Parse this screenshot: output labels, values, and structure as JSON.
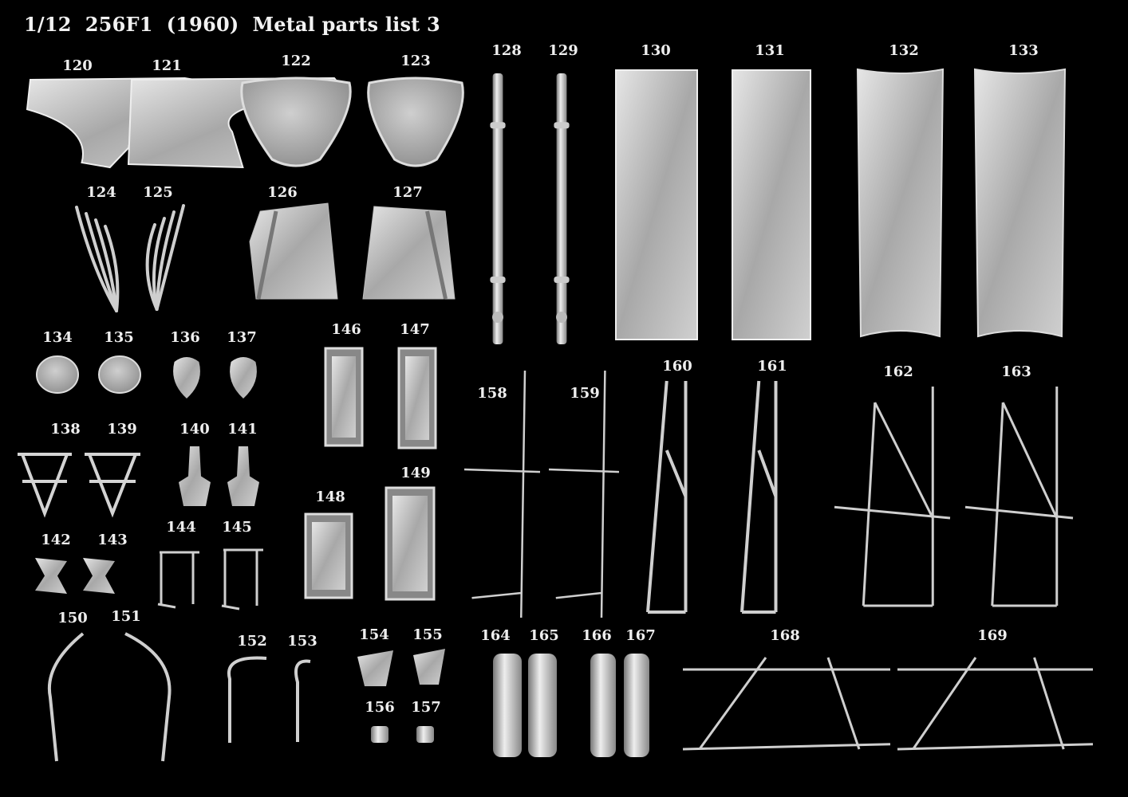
{
  "title": "1/12  256F1  (1960)  Metal parts list 3",
  "parts": [
    {
      "no": "120",
      "shape": "seat-pad"
    },
    {
      "no": "121",
      "shape": "seat-pad"
    },
    {
      "no": "122",
      "shape": "seat-pan"
    },
    {
      "no": "123",
      "shape": "seat-pan"
    },
    {
      "no": "124",
      "shape": "rod-bundle"
    },
    {
      "no": "125",
      "shape": "rod-bundle"
    },
    {
      "no": "126",
      "shape": "plate"
    },
    {
      "no": "127",
      "shape": "plate"
    },
    {
      "no": "128",
      "shape": "tube"
    },
    {
      "no": "129",
      "shape": "tube"
    },
    {
      "no": "130",
      "shape": "long-panel"
    },
    {
      "no": "131",
      "shape": "long-panel"
    },
    {
      "no": "132",
      "shape": "curved-panel"
    },
    {
      "no": "133",
      "shape": "curved-panel"
    },
    {
      "no": "134",
      "shape": "disc"
    },
    {
      "no": "135",
      "shape": "disc"
    },
    {
      "no": "136",
      "shape": "teardrop"
    },
    {
      "no": "137",
      "shape": "teardrop"
    },
    {
      "no": "138",
      "shape": "wishbone"
    },
    {
      "no": "139",
      "shape": "wishbone"
    },
    {
      "no": "140",
      "shape": "upright"
    },
    {
      "no": "141",
      "shape": "upright"
    },
    {
      "no": "142",
      "shape": "small-bracket"
    },
    {
      "no": "143",
      "shape": "small-bracket"
    },
    {
      "no": "144",
      "shape": "bracket-frame"
    },
    {
      "no": "145",
      "shape": "bracket-frame"
    },
    {
      "no": "146",
      "shape": "tray"
    },
    {
      "no": "147",
      "shape": "tray"
    },
    {
      "no": "148",
      "shape": "tray"
    },
    {
      "no": "149",
      "shape": "tray"
    },
    {
      "no": "150",
      "shape": "rail"
    },
    {
      "no": "151",
      "shape": "rail"
    },
    {
      "no": "152",
      "shape": "hook"
    },
    {
      "no": "153",
      "shape": "hook"
    },
    {
      "no": "154",
      "shape": "clip"
    },
    {
      "no": "155",
      "shape": "clip"
    },
    {
      "no": "156",
      "shape": "ferrule"
    },
    {
      "no": "157",
      "shape": "ferrule"
    },
    {
      "no": "158",
      "shape": "wire-cross"
    },
    {
      "no": "159",
      "shape": "wire-cross"
    },
    {
      "no": "160",
      "shape": "frame-a"
    },
    {
      "no": "161",
      "shape": "frame-a"
    },
    {
      "no": "162",
      "shape": "frame-b"
    },
    {
      "no": "163",
      "shape": "frame-b"
    },
    {
      "no": "164",
      "shape": "sleeve"
    },
    {
      "no": "165",
      "shape": "sleeve"
    },
    {
      "no": "166",
      "shape": "sleeve"
    },
    {
      "no": "167",
      "shape": "sleeve"
    },
    {
      "no": "168",
      "shape": "roll-frame"
    },
    {
      "no": "169",
      "shape": "roll-frame"
    }
  ],
  "colors": {
    "background": "#000000",
    "label": "#eeeeee",
    "metal_light": "#d8d8d8",
    "metal_mid": "#a9a9a9",
    "metal_dark": "#6f6f6f"
  }
}
